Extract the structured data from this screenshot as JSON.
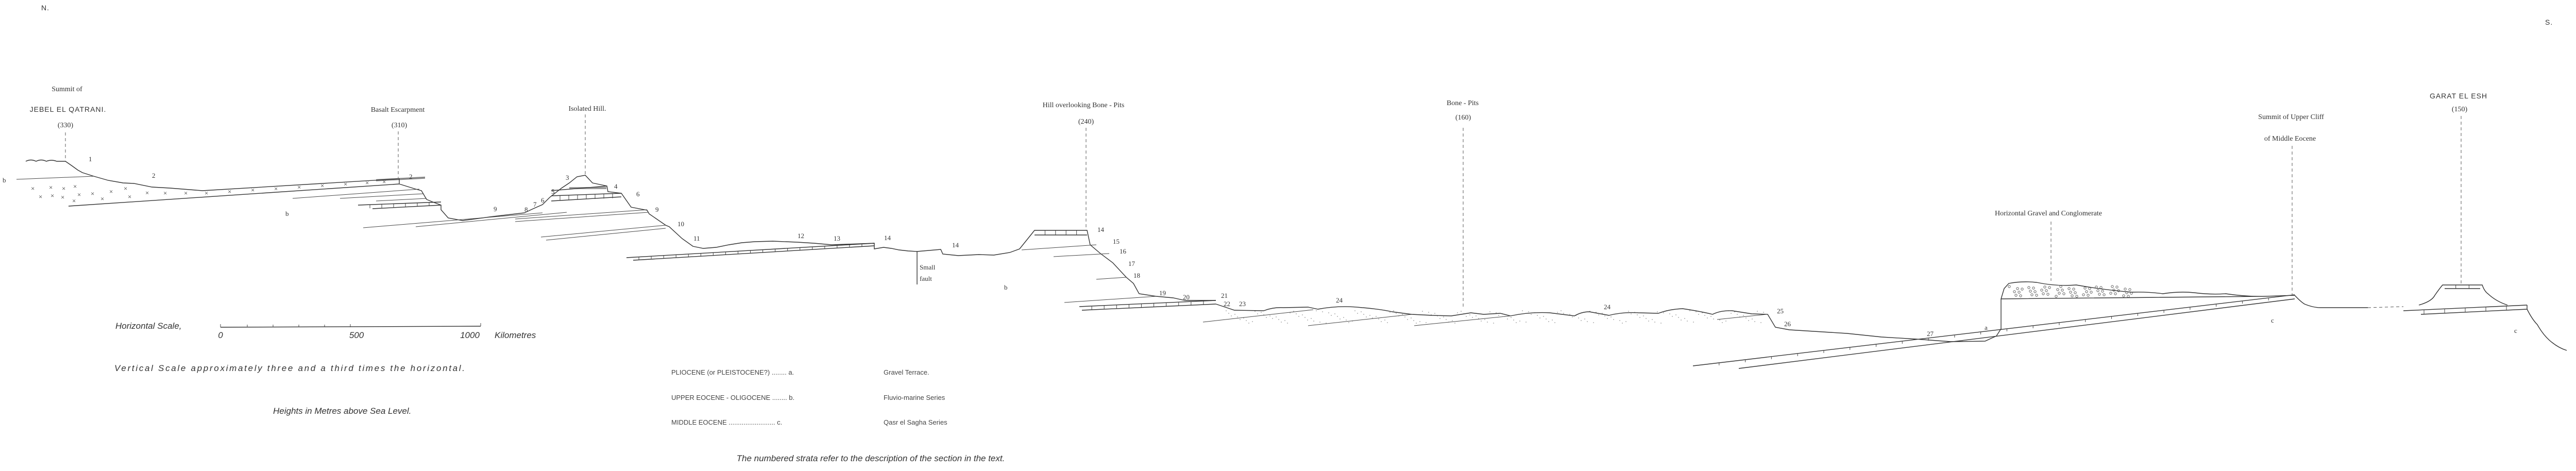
{
  "orientation": {
    "north": "N.",
    "south": "S."
  },
  "localities": {
    "jebel": {
      "line1": "Summit of",
      "line2": "JEBEL EL QATRANI.",
      "height": "(330)"
    },
    "basalt": {
      "name": "Basalt Escarpment",
      "height": "(310)"
    },
    "isolated_hill": {
      "name": "Isolated Hill."
    },
    "hill_bone_pits": {
      "name": "Hill overlooking Bone - Pits",
      "height": "(240)"
    },
    "bone_pits": {
      "name": "Bone - Pits",
      "height": "(160)"
    },
    "gravel": {
      "name": "Horizontal Gravel and Conglomerate"
    },
    "upper_cliff": {
      "line1": "Summit of Upper Cliff",
      "line2": "of Middle Eocene"
    },
    "garat": {
      "name": "GARAT EL ESH",
      "height": "(150)"
    }
  },
  "fault_label": {
    "line1": "Small",
    "line2": "fault"
  },
  "series_letters": {
    "b1": "b",
    "b2": "b",
    "b3": "b",
    "a1": "a",
    "c1": "c",
    "c2": "c"
  },
  "strata_numbers": [
    "1",
    "2",
    "2",
    "3",
    "4",
    "5",
    "6",
    "7",
    "8",
    "9",
    "6",
    "9",
    "10",
    "11",
    "12",
    "13",
    "14",
    "14",
    "14",
    "15",
    "16",
    "17",
    "18",
    "19",
    "20",
    "21",
    "22",
    "23",
    "24",
    "24",
    "25",
    "26",
    "27"
  ],
  "scale": {
    "title": "Horizontal Scale,",
    "ticks": [
      "0",
      "500",
      "1000"
    ],
    "unit": "Kilometres",
    "vertical_note": "Vertical Scale approximately three and a third times the horizontal.",
    "heights_note": "Heights in Metres above Sea Level."
  },
  "legend": [
    {
      "period": "PLIOCENE (or PLEISTOCENE?) ........ a.",
      "series": "Gravel Terrace."
    },
    {
      "period": "UPPER EOCENE - OLIGOCENE ........ b.",
      "series": "Fluvio-marine Series"
    },
    {
      "period": "MIDDLE EOCENE ......................... c.",
      "series": "Qasr el Sagha Series"
    }
  ],
  "footnote": "The numbered strata refer to the description of the section in the text."
}
